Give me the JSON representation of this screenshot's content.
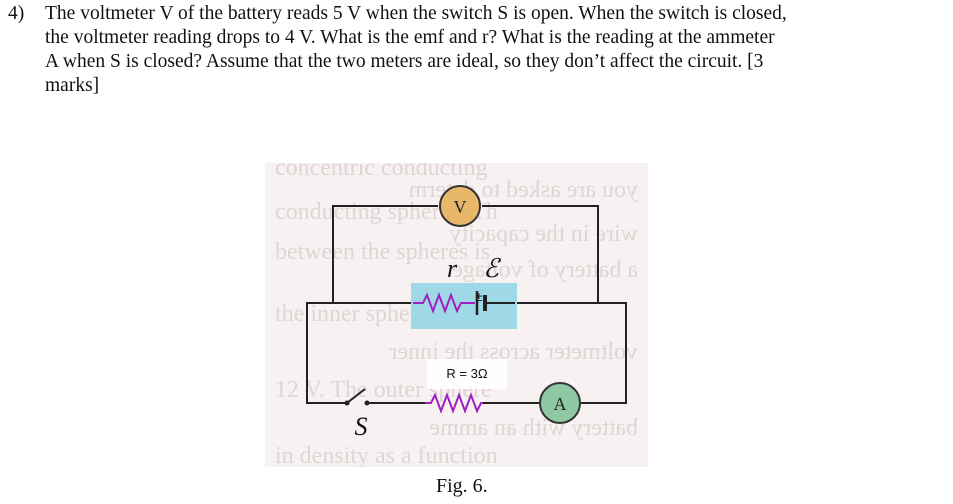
{
  "question": {
    "number": "4)",
    "lines": [
      "The voltmeter V of the battery reads 5 V when the switch S is open. When the switch is closed,",
      "the voltmeter reading drops to 4 V. What is the emf and r? What is the reading at the ammeter",
      "A when S is closed? Assume that the two meters are ideal, so they don’t affect the circuit. [3",
      "marks]"
    ]
  },
  "figure": {
    "caption": "Fig. 6.",
    "voltmeter_label": "V",
    "ammeter_label": "A",
    "internal_resistance_label": "r",
    "emf_label": "ℰ",
    "polarity_label": "±",
    "resistor_label": "R = 3Ω",
    "switch_label": "S",
    "colors": {
      "wire": "#222222",
      "voltmeter_fill": "#e8b86a",
      "ammeter_fill": "#8fc9a3",
      "battery_box": "#9fd9e8",
      "resistor_stroke": "#a020c0",
      "background": "#f7f1f1"
    },
    "background_text": [
      "concentric conducting",
      "you are asked to determ",
      "conducting spheres. Th",
      "wire in the capacity",
      "between the spheres is",
      "a battery of voltage",
      "the inner sphere, to",
      "voltmeter across the inner",
      "12 V. The outer sphere",
      "battery with an amme",
      "in density as a function"
    ]
  }
}
